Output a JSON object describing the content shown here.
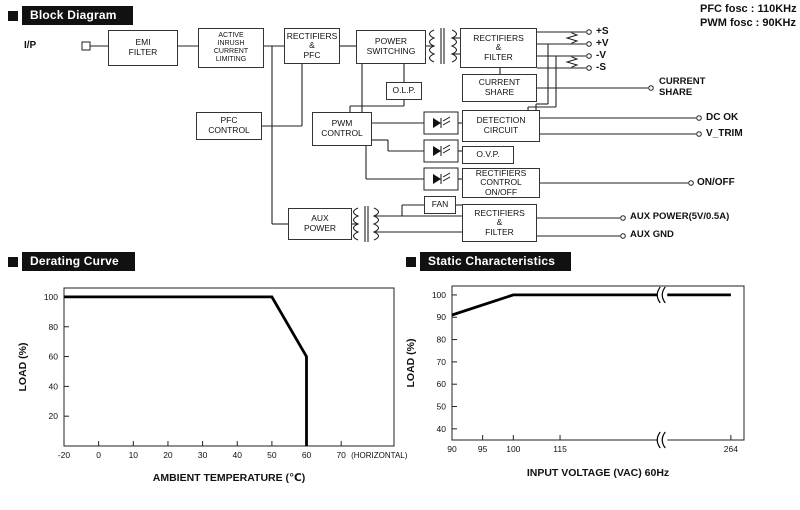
{
  "header": {
    "pfc_note": "PFC fosc : 110KHz",
    "pwm_note": "PWM fosc : 90KHz"
  },
  "sections": {
    "block_diagram": "Block Diagram",
    "derating": "Derating Curve",
    "static_char": "Static Characteristics"
  },
  "diagram": {
    "input_label": "I/P",
    "blocks": {
      "emi": "EMI\nFILTER",
      "inrush": "ACTIVE\nINRUSH\nCURRENT\nLIMITING",
      "rect_pfc": "RECTIFIERS\n&\nPFC",
      "power_sw": "POWER\nSWITCHING",
      "rect_filter1": "RECTIFIERS\n&\nFILTER",
      "pfc_ctrl": "PFC\nCONTROL",
      "pwm_ctrl": "PWM\nCONTROL",
      "olp": "O.L.P.",
      "current_share": "CURRENT\nSHARE",
      "detection": "DETECTION\nCIRCUIT",
      "ovp": "O.V.P.",
      "rect_ctrl": "RECTIFIERS\nCONTROL\nON/OFF",
      "aux": "AUX\nPOWER",
      "fan": "FAN",
      "rect_filter2": "RECTIFIERS\n&\nFILTER"
    },
    "outputs": {
      "s_plus": "+S",
      "v_plus": "+V",
      "v_minus": "-V",
      "s_minus": "-S",
      "current_share": "CURRENT\nSHARE",
      "dc_ok": "DC OK",
      "v_trim": "V_TRIM",
      "on_off": "ON/OFF",
      "aux_power": "AUX POWER(5V/0.5A)",
      "aux_gnd": "AUX GND"
    }
  },
  "chart_data": [
    {
      "type": "line",
      "title": "Derating Curve",
      "xlabel": "AMBIENT TEMPERATURE (℃)",
      "ylabel": "LOAD (%)",
      "x_ticks": [
        "-20",
        "0",
        "10",
        "20",
        "30",
        "40",
        "50",
        "60",
        "70"
      ],
      "x_tick_fracs": [
        0,
        0.105,
        0.21,
        0.315,
        0.42,
        0.525,
        0.63,
        0.735,
        0.84
      ],
      "x_annotation": "(HORIZONTAL)",
      "y_ticks": [
        20,
        40,
        60,
        80,
        100
      ],
      "ylim": [
        0,
        106
      ],
      "grid": false,
      "line_color": "#000000",
      "series": [
        {
          "name": "load",
          "points": [
            [
              -20,
              100
            ],
            [
              50,
              100
            ],
            [
              60,
              60
            ],
            [
              60,
              0
            ]
          ]
        }
      ]
    },
    {
      "type": "line",
      "title": "Static Characteristics",
      "xlabel": "INPUT VOLTAGE (VAC) 60Hz",
      "ylabel": "LOAD (%)",
      "x_ticks": [
        "90",
        "95",
        "100",
        "115",
        "264"
      ],
      "x_tick_fracs": [
        0,
        0.105,
        0.21,
        0.37,
        0.955
      ],
      "y_ticks": [
        40,
        50,
        60,
        70,
        80,
        90,
        100
      ],
      "ylim": [
        35,
        104
      ],
      "grid": false,
      "axis_break_frac": 0.72,
      "line_color": "#000000",
      "series": [
        {
          "name": "load",
          "points": [
            [
              90,
              91
            ],
            [
              100,
              100
            ],
            [
              264,
              100
            ]
          ]
        }
      ]
    }
  ]
}
